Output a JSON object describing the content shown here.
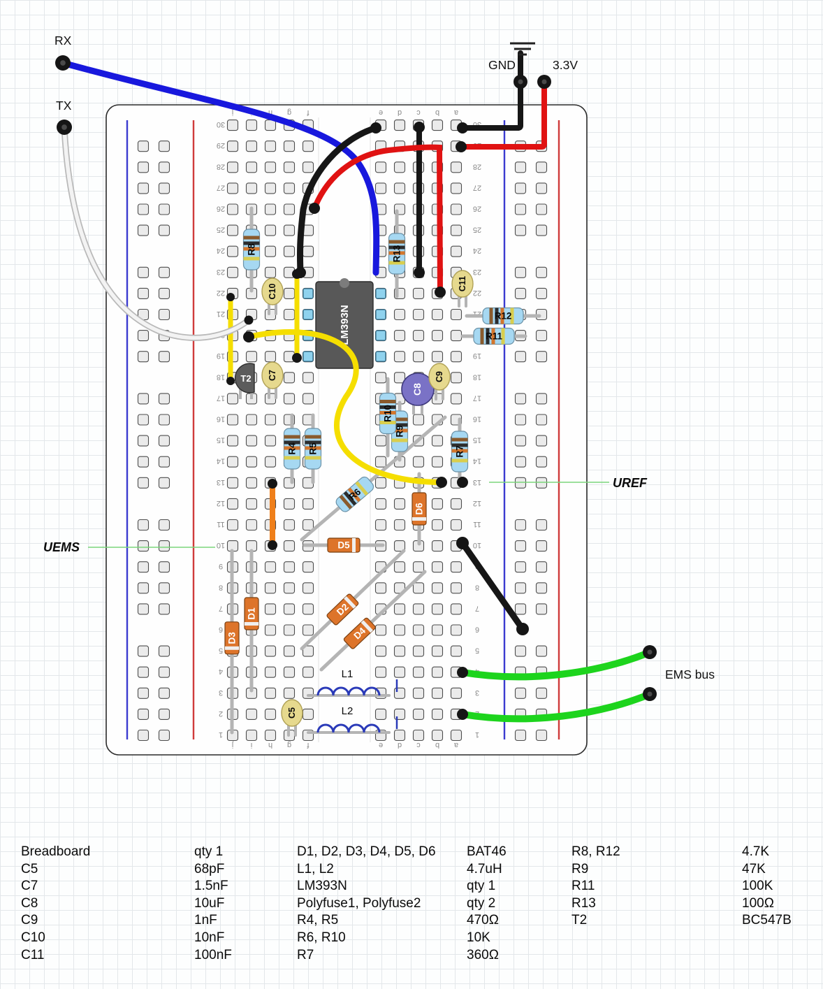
{
  "labels": {
    "rx": "RX",
    "tx": "TX",
    "gnd": "GND",
    "v33": "3.3V",
    "uref": "UREF",
    "uems": "UEMS",
    "ems_bus": "EMS bus"
  },
  "breadboard": {
    "rows": 30,
    "column_letters": [
      "a",
      "b",
      "c",
      "d",
      "e",
      "f",
      "g",
      "h",
      "i",
      "j"
    ]
  },
  "colors": {
    "wire_blue": "#1818dd",
    "wire_red": "#e01212",
    "wire_black": "#161616",
    "wire_green": "#1dd41d",
    "wire_yellow": "#f5de00",
    "wire_white": "#f3f3f3",
    "wire_orange": "#ef7f1a",
    "annotation_green": "#7bd67b",
    "resistor_body": "#a6d8f2",
    "diode_body": "#dd742a",
    "cap_disc": "#e6d98e",
    "cap_electrolytic": "#7a72c6",
    "ic_body": "#585858"
  },
  "components": [
    {
      "id": "IC1",
      "type": "ic",
      "label": "LM393N"
    },
    {
      "id": "R4",
      "type": "resistor",
      "label": "R4"
    },
    {
      "id": "R5",
      "type": "resistor",
      "label": "R5"
    },
    {
      "id": "R6",
      "type": "resistor",
      "label": "R6"
    },
    {
      "id": "R7",
      "type": "resistor",
      "label": "R7"
    },
    {
      "id": "R8",
      "type": "resistor",
      "label": "R8"
    },
    {
      "id": "R9",
      "type": "resistor",
      "label": "R9"
    },
    {
      "id": "R10",
      "type": "resistor",
      "label": "R10"
    },
    {
      "id": "R11",
      "type": "resistor",
      "label": "R11"
    },
    {
      "id": "R12",
      "type": "resistor",
      "label": "R12"
    },
    {
      "id": "R13",
      "type": "resistor",
      "label": "R13"
    },
    {
      "id": "D1",
      "type": "diode",
      "label": "D1"
    },
    {
      "id": "D2",
      "type": "diode",
      "label": "D2"
    },
    {
      "id": "D3",
      "type": "diode",
      "label": "D3"
    },
    {
      "id": "D4",
      "type": "diode",
      "label": "D4"
    },
    {
      "id": "D5",
      "type": "diode",
      "label": "D5"
    },
    {
      "id": "D6",
      "type": "diode",
      "label": "D6"
    },
    {
      "id": "C5",
      "type": "cap",
      "label": "C5"
    },
    {
      "id": "C7",
      "type": "cap",
      "label": "C7"
    },
    {
      "id": "C8",
      "type": "ecap",
      "label": "C8"
    },
    {
      "id": "C9",
      "type": "cap",
      "label": "C9"
    },
    {
      "id": "C10",
      "type": "cap",
      "label": "C10"
    },
    {
      "id": "C11",
      "type": "cap",
      "label": "C11"
    },
    {
      "id": "T2",
      "type": "transistor",
      "label": "T2"
    },
    {
      "id": "L1",
      "type": "inductor",
      "label": "L1"
    },
    {
      "id": "L2",
      "type": "inductor",
      "label": "L2"
    }
  ],
  "parts_list": {
    "rows": [
      [
        "Breadboard",
        "qty 1",
        "D1, D2, D3, D4, D5, D6",
        "BAT46",
        "R8, R12",
        "4.7K"
      ],
      [
        "C5",
        "68pF",
        "L1, L2",
        "4.7uH",
        "R9",
        "47K"
      ],
      [
        "C7",
        "1.5nF",
        "LM393N",
        "qty 1",
        "R11",
        "100K"
      ],
      [
        "C8",
        "10uF",
        "Polyfuse1, Polyfuse2",
        "qty 2",
        "R13",
        "100Ω"
      ],
      [
        "C9",
        "1nF",
        "R4, R5",
        "470Ω",
        "T2",
        "BC547B"
      ],
      [
        "C10",
        "10nF",
        "R6, R10",
        "10K",
        "",
        ""
      ],
      [
        "C11",
        "100nF",
        "R7",
        "360Ω",
        "",
        ""
      ]
    ]
  }
}
